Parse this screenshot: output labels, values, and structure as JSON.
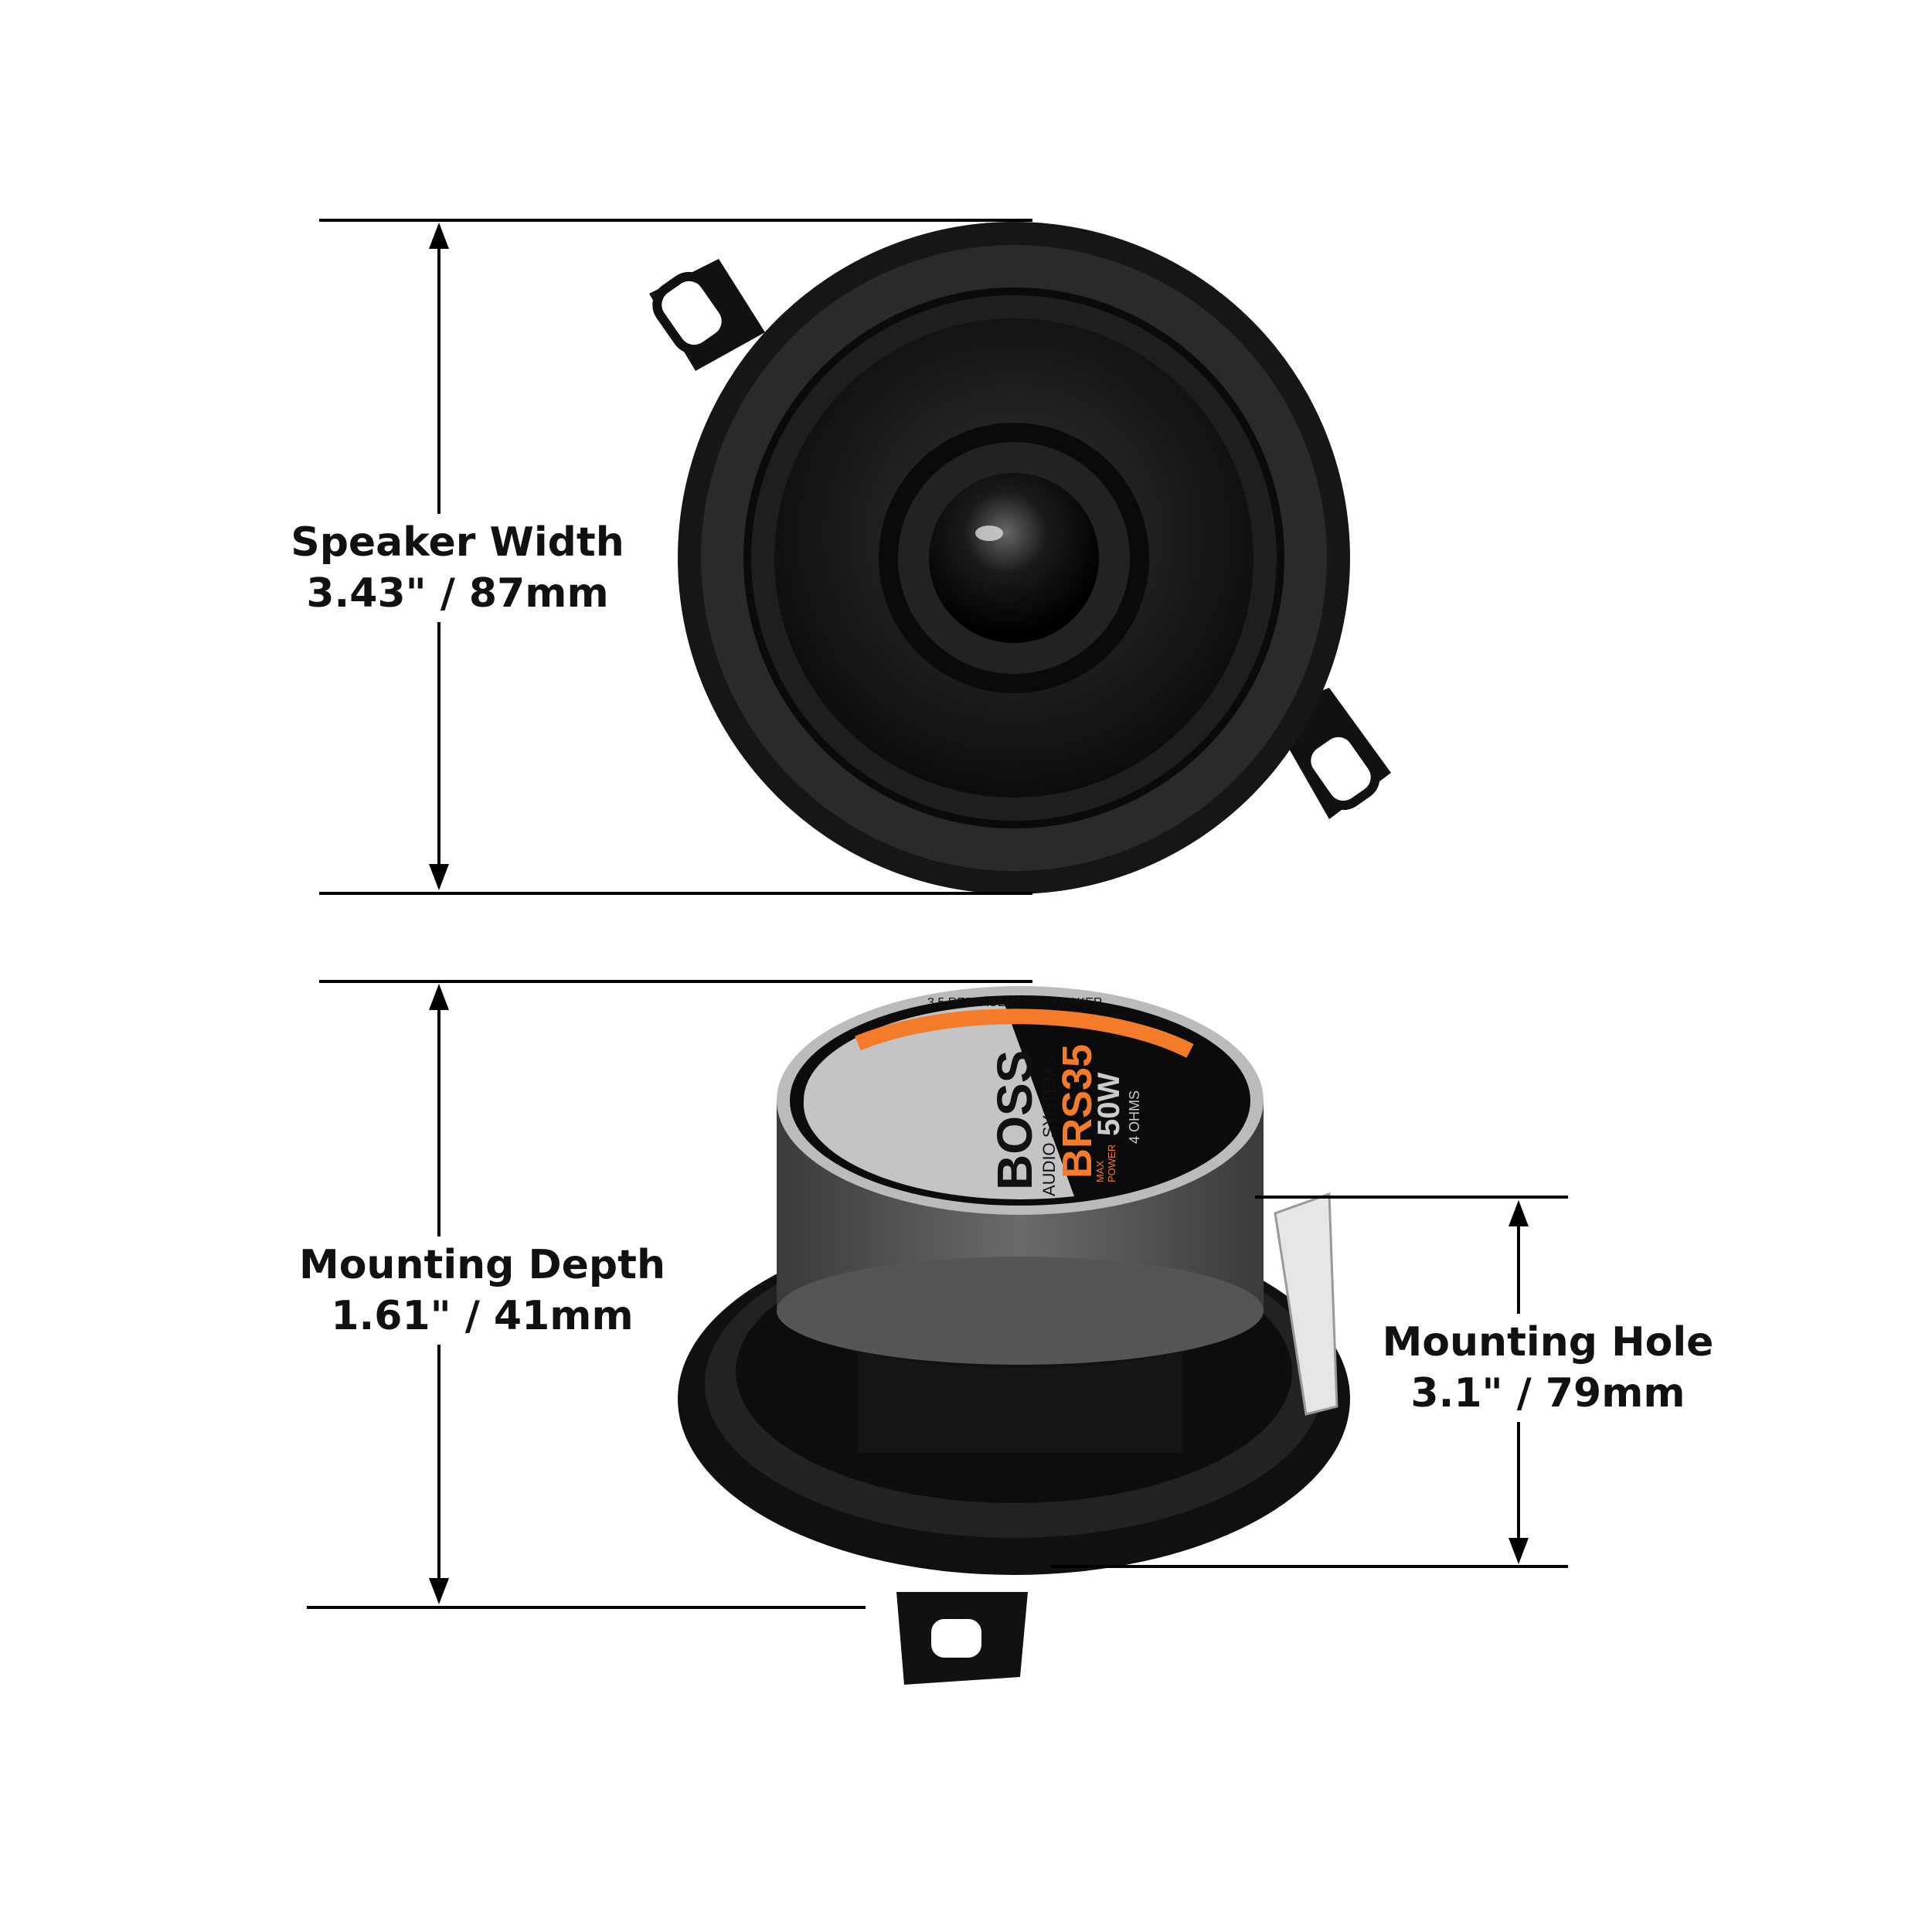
{
  "dimensions": {
    "speaker_width": {
      "title": "Speaker Width",
      "value": "3.43\" / 87mm"
    },
    "mounting_depth": {
      "title": "Mounting Depth",
      "value": "1.61\" / 41mm"
    },
    "mounting_hole": {
      "title": "Mounting Hole",
      "value": "3.1\" / 79mm"
    }
  },
  "product_label": {
    "brand": "BOSS",
    "brand_sub": "AUDIO SYSTEMS",
    "model": "BRS35",
    "power_caption_1": "MAX",
    "power_caption_2": "POWER",
    "power": "50W",
    "impedance": "4 OHMS",
    "ring_text": "3.5 REPLACEMENT SPEAKER"
  },
  "colors": {
    "accent": "#f47b2a",
    "dimension_lines": "#000000",
    "speaker_body": "#1a1a1a"
  }
}
